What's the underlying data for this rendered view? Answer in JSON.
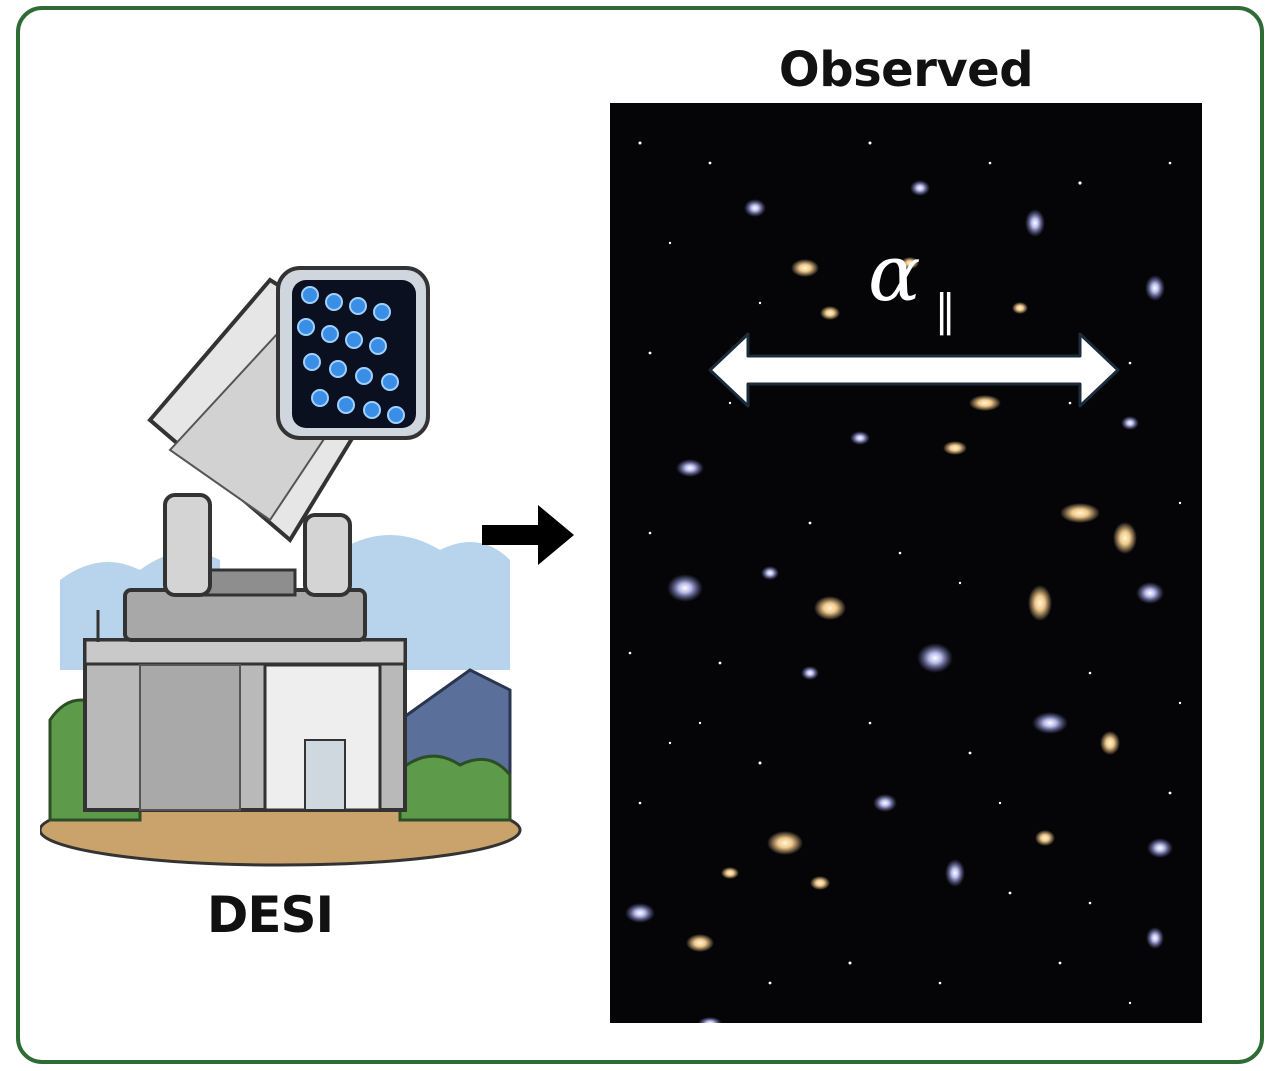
{
  "diagram": {
    "observed_title": "Observed",
    "telescope_label": "DESI",
    "parallel_symbol": "α",
    "parallel_subscript": "∥"
  },
  "colors": {
    "frame_border": "#2f6b34",
    "sky_background": "#050407",
    "arrow_fill": "#ffffff",
    "arrow_outline": "#1b2b3a",
    "pointer_arrow": "#000000"
  },
  "icons": [
    "telescope-illustration",
    "double-headed-arrow",
    "right-arrow",
    "galaxy-field"
  ]
}
